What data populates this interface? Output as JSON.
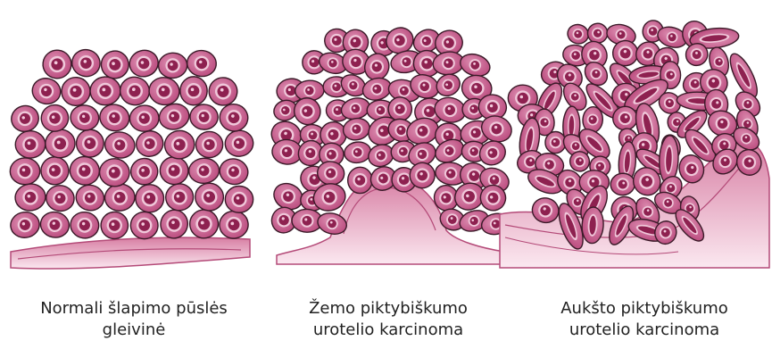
{
  "panels": [
    {
      "id": "normal",
      "caption_lines": [
        "Normali šlapimo pūslės",
        "gleivinė"
      ]
    },
    {
      "id": "low-grade",
      "caption_lines": [
        "Žemo piktybiškumo",
        "urotelio karcinoma"
      ]
    },
    {
      "id": "high-grade",
      "caption_lines": [
        "Aukšto piktybiškumo",
        "urotelio karcinoma"
      ]
    }
  ],
  "colors": {
    "cell_fill": "#c0507f",
    "cell_inner": "#d98aac",
    "nucleus": "#8e2150",
    "nucleus_ring": "#f0c8da",
    "outline": "#3a1a28",
    "stroma": "#e9b9cc",
    "stroma_line": "#b44a78"
  }
}
